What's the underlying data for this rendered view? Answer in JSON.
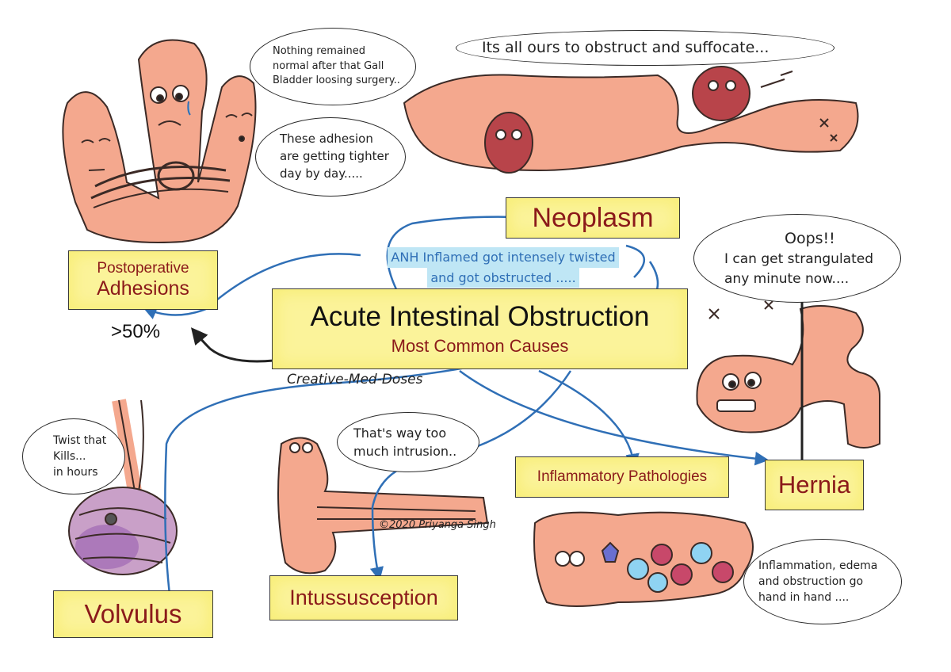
{
  "central": {
    "title": "Acute Intestinal Obstruction",
    "subtitle": "Most Common Causes"
  },
  "causes": {
    "adhesions": {
      "line1": "Postoperative",
      "line2": "Adhesions",
      "stat": ">50%"
    },
    "neoplasm": "Neoplasm",
    "hernia": "Hernia",
    "inflammatory": "Inflammatory Pathologies",
    "intussusception": "Intussusception",
    "volvulus": "Volvulus"
  },
  "annotations": {
    "anh_line1": "ANH Inflamed got intensely twisted",
    "anh_line2": "and got obstructed .....",
    "brand": "Creative-Med-Doses",
    "copyright": "©2020 Priyanga Singh"
  },
  "bubbles": {
    "gallbladder": [
      "Nothing remained",
      "normal after that Gall",
      "Bladder loosing surgery.."
    ],
    "adhesion": [
      "These adhesion",
      "are getting tighter",
      "day by day....."
    ],
    "neoplasm": [
      "Its all ours to obstruct and suffocate..."
    ],
    "hernia": [
      "Oops!!",
      "I can get strangulated",
      "any minute now...."
    ],
    "volvulus": [
      "Twist that",
      "Kills...",
      "in hours"
    ],
    "intussusception": [
      "That's way too",
      "much intrusion.."
    ],
    "inflammation": [
      "Inflammation, edema",
      "and obstruction go",
      "hand in hand ...."
    ]
  },
  "colors": {
    "box_fill": "#fbf39a",
    "label_text": "#8b1a1a",
    "arrow": "#2f6fb6",
    "skin": "#f4a88e",
    "skin_outline": "#3b2a26",
    "tumor": "#b8444a",
    "highlight": "#9fd8ee"
  }
}
